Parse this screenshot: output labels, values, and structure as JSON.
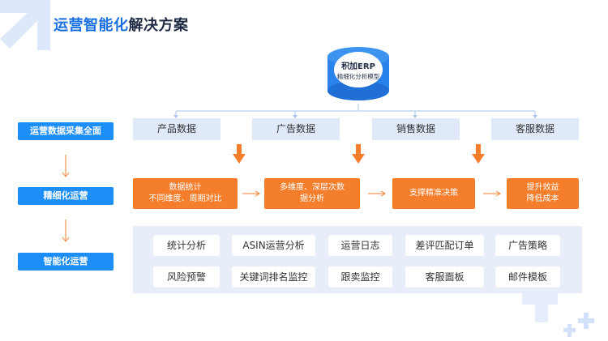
{
  "title": {
    "part_blue": "运营智能化",
    "part_dark": "解决方案"
  },
  "core": {
    "title": "积加ERP",
    "subtitle": "精细化分析模型"
  },
  "left_labels": [
    "运营数据采集全面",
    "精细化运营",
    "智能化运营"
  ],
  "data_sources": [
    "产品数据",
    "广告数据",
    "销售数据",
    "客服数据"
  ],
  "process_steps": [
    {
      "lines": [
        "数据统计",
        "不同维度、周期对比"
      ]
    },
    {
      "lines": [
        "多维度、深层次数",
        "据分析"
      ]
    },
    {
      "lines": [
        "支撑精准决策"
      ]
    },
    {
      "lines": [
        "提升效益",
        "降低成本"
      ]
    }
  ],
  "features": [
    [
      "统计分析",
      "ASIN运营分析",
      "运营日志",
      "差评匹配订单",
      "广告策略"
    ],
    [
      "风险预警",
      "关键词排名监控",
      "跟卖监控",
      "客服面板",
      "邮件模板"
    ]
  ],
  "colors": {
    "blue": "#1e8ef7",
    "title_blue": "#1a6fe0",
    "orange": "#f47e2c",
    "light_blue": "#dfe9f8",
    "panel": "#e8eef9"
  }
}
